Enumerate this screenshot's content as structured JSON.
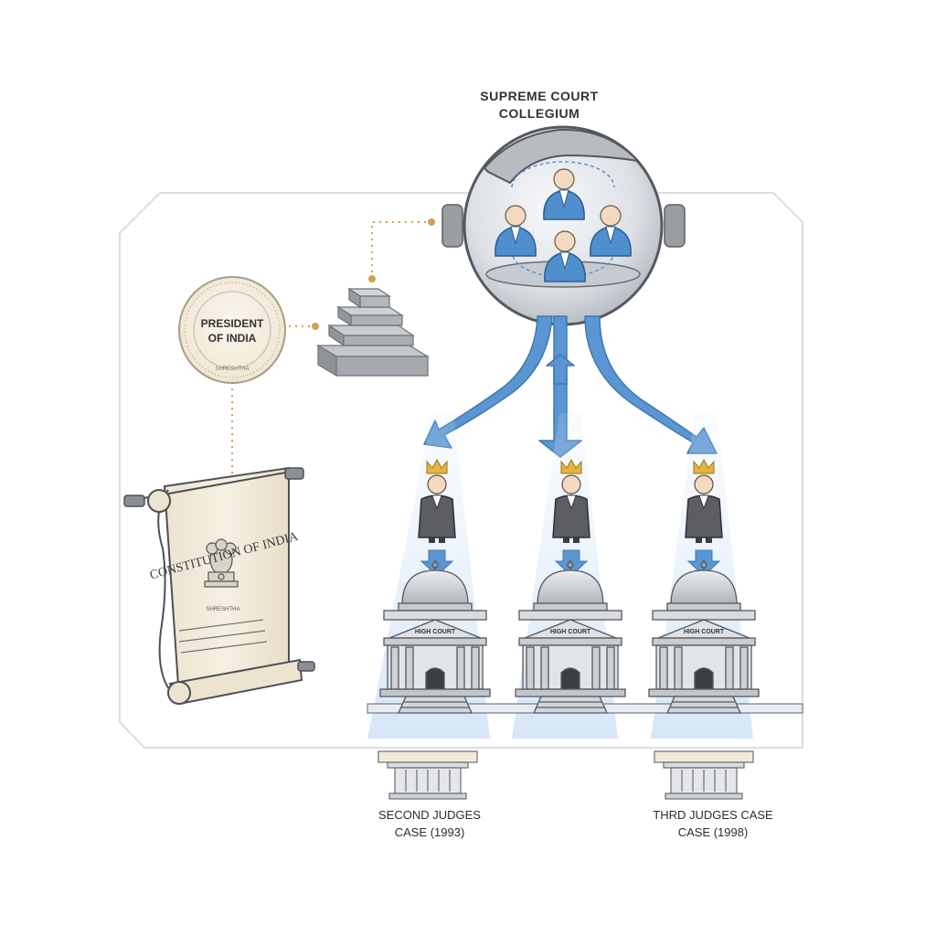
{
  "collegium": {
    "title_line1": "SUPREME COURT",
    "title_line2": "COLLEGIUM"
  },
  "president": {
    "line1": "PRESIDENT",
    "line2": "OF INDIA",
    "rim_text": "SHRESHTHA"
  },
  "constitution": {
    "title": "CONSTITUTION OF INDIA",
    "motto": "SHRESHTHA"
  },
  "high_courts": [
    {
      "sign": "HIGH COURT"
    },
    {
      "sign": "HIGH COURT"
    },
    {
      "sign": "HIGH COURT"
    }
  ],
  "captions": {
    "second_line1": "SECOND JUDGES",
    "second_line2": "CASE (1993)",
    "third_line1": "THRD JUDGES CASE",
    "third_line2": "CASE (1998)"
  },
  "colors": {
    "robe_blue": "#4f8fce",
    "arrow_blue": "#5b96d2",
    "connector_gold": "#d3a05a",
    "crown_gold": "#e6b43c",
    "stone_gray": "#8d9196"
  },
  "icons": [
    "collegium-sphere-icon",
    "judge-icon",
    "crown-icon",
    "high-court-building-icon",
    "constitution-scroll-icon",
    "president-seal-icon",
    "stepped-pedestal-icon",
    "column-base-icon"
  ]
}
